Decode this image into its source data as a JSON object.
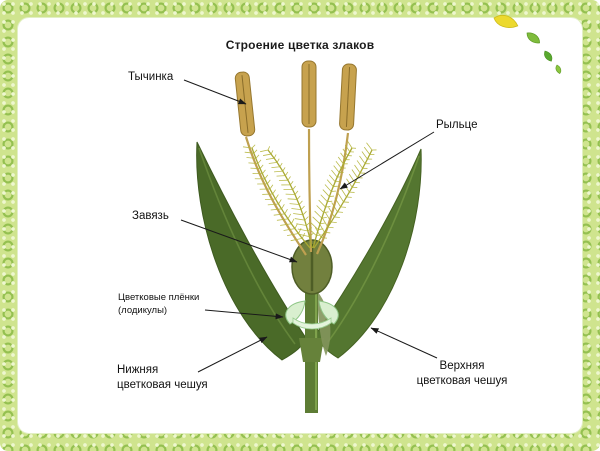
{
  "title": "Строение цветка злаков",
  "labels": {
    "stamen": [
      "Тычинка"
    ],
    "stigma": [
      "Рыльце"
    ],
    "ovary": [
      "Завязь"
    ],
    "lodicules": [
      "Цветковые плёнки",
      "(лодикулы)"
    ],
    "lemma": [
      "Нижняя",
      "цветковая чешуя"
    ],
    "palea": [
      "Верхняя",
      "цветковая чешуя"
    ]
  },
  "colors": {
    "leaf_left": "#4a6a28",
    "leaf_right": "#547630",
    "stem": "#5d7c34",
    "node": "#66823a",
    "sheath": "#83955c",
    "ovary": "#72803e",
    "ovary_outline": "#4e5d26",
    "anther": "#c7a24e",
    "anther_outline": "#96772f",
    "stigma": "#abab32",
    "lodicule_fill": "#d9efcf",
    "lodicule_outline": "#8fc687",
    "deco_yellow": "#ecd92e",
    "deco_green_1": "#7fbc3c",
    "deco_green_2": "#58a82e",
    "deco_green_3": "#8cc63f",
    "frame_green": "#94c050",
    "arrow": "#1a1a1a"
  }
}
